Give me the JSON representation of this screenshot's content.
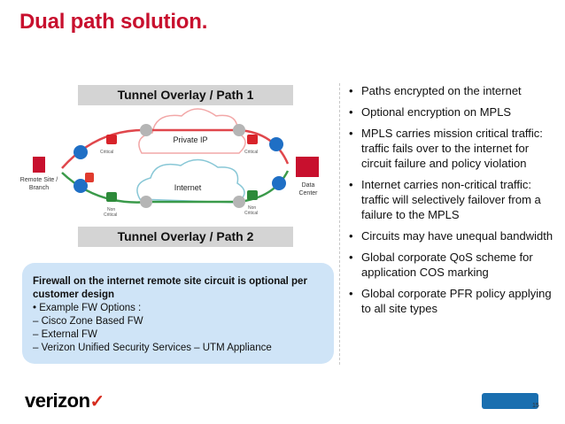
{
  "title": "Dual path solution.",
  "diagram": {
    "path1_label": "Tunnel Overlay / Path 1",
    "path2_label": "Tunnel Overlay / Path 2",
    "cloud_top_label": "Private IP",
    "cloud_bottom_label": "Internet",
    "remote_site_label": [
      "Remote Site /",
      "Branch"
    ],
    "data_center_label": [
      "Data",
      "Center"
    ],
    "critical_label": "Critical",
    "non_critical_label": [
      "Non",
      "Critical"
    ]
  },
  "bullets": [
    "Paths encrypted on the internet",
    "Optional encryption on MPLS",
    "MPLS carries mission critical traffic: traffic fails over to the internet for circuit failure  and policy violation",
    "Internet carries non-critical traffic: traffic will selectively failover from a failure to the MPLS",
    "Circuits may have unequal bandwidth",
    "Global corporate QoS scheme for application COS marking",
    "Global corporate PFR policy applying to all site types"
  ],
  "firewall": {
    "heading": "Firewall on the internet remote site circuit is optional per customer design",
    "example": "• Example FW Options :",
    "options": [
      "– Cisco Zone Based FW",
      "– External FW",
      "– Verizon Unified Security Services – UTM Appliance"
    ]
  },
  "footer": {
    "logo": "verizon",
    "logo_mark": "✓",
    "page_number": "15"
  },
  "colors": {
    "title": "#c8102e",
    "path1": "#e0474c",
    "path2": "#3a9a4a",
    "router": "#1f6fc5",
    "box": "#cfe4f7"
  }
}
